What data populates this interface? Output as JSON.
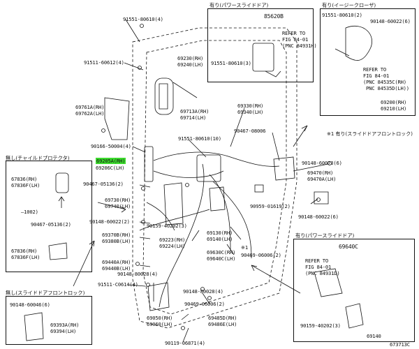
{
  "diagram_id": "673713C",
  "colors": {
    "highlight": "#3ddc2e",
    "ink": "#111111",
    "paper": "#ffffff"
  },
  "labels": {
    "p91551_80610_4": "91551-80610(4)",
    "p91511_60612": "91511-60612(4)",
    "p69230": "69230(RH)",
    "p69240": "69240(LH)",
    "p69761a": "69761A(RH)",
    "p69762a": "69762A(LH)",
    "p90166": "90166-50004(4)",
    "p69713a": "69713A(RH)",
    "p69714": "69714(LH)",
    "p69330": "69330(RH)",
    "p69340": "69340(LH)",
    "p90467_08006": "90467-08006",
    "p91551_80610_10": "91551-80610(10)",
    "p69205a": "69205A(RH)",
    "p69206c": "69206C(LH)",
    "p90467_05136_2a": "90467-05136(2)",
    "p69730": "69730(RH)",
    "p69740": "69740(LH)",
    "p90148_60022_2": "90148-60022(2)",
    "p69370b": "69370B(RH)",
    "p69380b": "69380B(LH)",
    "p69440a": "69440A(RH)",
    "p69440b": "69440B(LH)",
    "p90148_80028": "90148-80028(4)",
    "p91511_c0614": "91511-C0614(4)",
    "p90159_40202_3": "90159-40202(3)",
    "p69223": "69223(RH)",
    "p69224": "69224(LH)",
    "p69130": "69130(RH)",
    "p69140": "69140(LH)",
    "p69630c": "69630C(RH)",
    "p69640c_lh": "69640C(LH)",
    "p90469_06006_a": "90469-06006(2)",
    "p90469_06006_b": "90469-06006(2)",
    "p90148_80028b": "90148-80028(4)",
    "p69050": "69050(RH)",
    "p69060": "69060(LH)",
    "p69485d": "69485D(RH)",
    "p69486e": "69486E(LH)",
    "p90119_06871": "90119-06871(4)",
    "p90148_60073": "90148-60073(6)",
    "p69470": "69470(RH)",
    "p69470a": "69470A(LH)",
    "p90959_01619": "90959-01619(2)",
    "p90148_60022_6": "90148-60022(6)",
    "star1": "※1",
    "star1_note": "※1 有り(スライドドアフロントロック)"
  },
  "inset_power_slide_top": {
    "title": "有り(パワースライドドア)",
    "part": "85620B",
    "refer": "REFER TO",
    "fig": "FIG 84-01",
    "pnc": "(PNC 84931H)",
    "bolt": "91551-80610(3)"
  },
  "inset_easy_closer": {
    "title": "有り(イージークローザ)",
    "bolt1": "91551-80610(2)",
    "bolt2": "90148-60022(6)",
    "refer": "REFER TO",
    "fig": "FIG 84-01",
    "pnc1": "(PNC 84535C(RH)",
    "pnc2": "PNC 84535D(LH))",
    "part1": "69200(RH)",
    "part2": "69210(LH)"
  },
  "inset_child_protector": {
    "title": "無し(チャイルドプロテクタ)",
    "part1": "67836(RH)",
    "part2": "67836F(LH)",
    "dash": "—1002)",
    "screw": "90467-05136(2)",
    "part3": "67836(RH)",
    "part4": "67836F(LH)"
  },
  "inset_no_front_lock": {
    "title": "無し(スライドドアフロントロック)",
    "bolt": "90148-60046(6)",
    "part1": "69393A(RH)",
    "part2": "69394(LH)"
  },
  "inset_power_slide_bottom": {
    "title": "有り(パワースライドドア)",
    "part": "69640C",
    "refer": "REFER TO",
    "fig": "FIG 84-01",
    "pnc": "(PNC 84931D)",
    "bolt": "90159-40202(3)",
    "part2": "69140"
  }
}
